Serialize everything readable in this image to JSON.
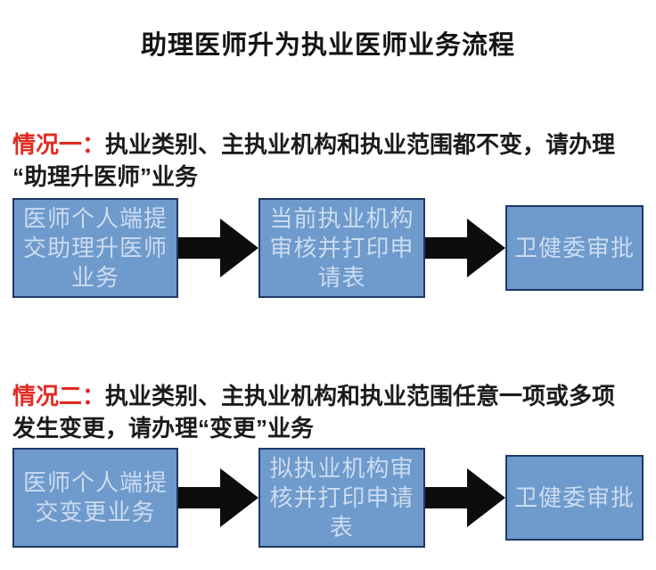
{
  "page": {
    "title": "助理医师升为执业医师业务流程"
  },
  "colors": {
    "background": "#ffffff",
    "title_text": "#141414",
    "case_label_red": "#e02b21",
    "body_text": "#1b1b1b",
    "box_fill": "#6e9acc",
    "box_border": "#1e3a66",
    "box_text": "#ccdcf0",
    "arrow": "#0d0d0d"
  },
  "icons": {
    "arrow_right": "black block arrow pointing right"
  },
  "sections": [
    {
      "label": "情况一：",
      "description": "执业类别、主执业机构和执业范围都不变，请办理\n“助理升医师”业务",
      "steps": [
        "医师个人端提交助理升医师业务",
        "当前执业机构审核并打印申请表",
        "卫健委审批"
      ]
    },
    {
      "label": "情况二：",
      "description": "执业类别、主执业机构和执业范围任意一项或多项\n发生变更，请办理“变更”业务",
      "steps": [
        "医师个人端提交变更业务",
        "拟执业机构审核并打印申请表",
        "卫健委审批"
      ]
    }
  ]
}
